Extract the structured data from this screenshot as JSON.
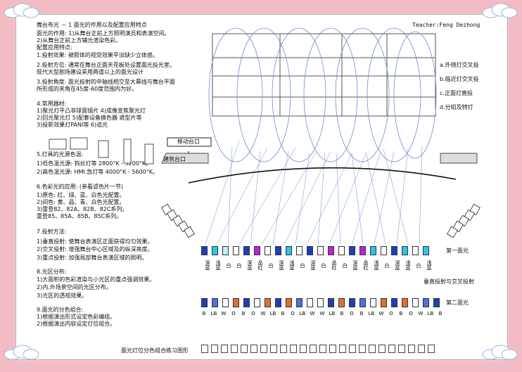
{
  "header": {
    "title": "舞台布光 － 1 面光的作用以及配置应用特点",
    "teacher": "Teacher:Feng Dezhong"
  },
  "left_text": [
    "面光的作用: 1)从舞台正前上方照明演员和表演空间。",
    "           2)从舞台正前上方辅光渲染色彩。",
    "配置应用特点:",
    "1.投射效果: 被照体的视觉效果平淡缺少立体感。",
    "2.投射方位: 通常在舞台正面天花板处设置面光投光室。",
    "    现代大型剧场建设采用两道以上的面光设计",
    "3.投射角度: 面光投射的中轴线相交至大幕线与舞台平面",
    "    所形成的夹角在45度-60度范围内为好。",
    "4.常用器材:",
    "  1)聚光灯平凸非球面镜片  4)成像变焦聚光灯",
    "  2)回光聚光灯           5)配套设备换色器 遮型片等",
    "  3)投影效果灯PANI等      6)追光",
    "5.灯具的光源色温:",
    "  1)低色温光源: 钨丝灯等 2800°K - 3200°K。",
    "  2)高色温光源: HMI.氙灯等 4000°K - 5600°K。",
    "6.色彩光的应用: (参看滤色片一节)",
    "  1)原色: 红、绿、蓝、白色光配置。",
    "  2)间色: 黄、品、青、白色光配置。",
    "  3)雷登82、82A、82B、82C系列。",
    "    雷登85、85A、85B、85C系列。",
    "7.投射方法:",
    "  1)垂直投射: 使舞台表演区正面获得均匀效果。",
    "  2)交叉投射: 增强舞台中心区域及的纵深亮度。",
    "  3)重点投射: 加强局部舞台表演区域的照明。",
    "8.光区分布:",
    "  1)大面积的色彩渲染与小光区的重点强调效果。",
    "  2)内.外场景空间的光区分布。",
    "  3)光区的透视效果。",
    "9.面光的分色组合:",
    "  1)根据演出形式设定色彩编组。",
    "  2)根据演出内容设定灯位组合。"
  ],
  "legend": [
    {
      "label": "a.外侧灯交叉投"
    },
    {
      "label": "b.临近灯交叉投"
    },
    {
      "label": "c.正面灯直投"
    },
    {
      "label": "d.分组及特灯"
    }
  ],
  "diagram": {
    "move_stage": "移动台口",
    "build_stage": "建筑台口",
    "row1_label": "第一面光",
    "row2_label": "第二面光",
    "row_mid_label": "垂直投射与交叉投射",
    "bottom_label": "面光灯位分色组合练习图形",
    "row1_colors": [
      "#1c3fbf",
      "#2ec4e6",
      "#bdefff",
      "#ffffff",
      "#1c3fbf",
      "#c21fd6",
      "#ffffff",
      "#1c3fbf",
      "#2ec4e6",
      "#ffffff",
      "#1c3fbf",
      "#ffffff",
      "#c21fd6",
      "#ffffff",
      "#1c3fbf",
      "#c21fd6",
      "#2ec4e6",
      "#ffffff",
      "#1c3fbf",
      "#2ec4e6",
      "#ffffff",
      "#2ec4e6"
    ],
    "row1_texts": [
      "深蓝",
      "浅蓝",
      "白",
      "白",
      "深蓝",
      "品红",
      "白",
      "深蓝",
      "浅蓝",
      "白",
      "深蓝",
      "白",
      "品红",
      "白",
      "深蓝",
      "品红",
      "浅蓝",
      "白",
      "深蓝",
      "浅蓝",
      "白",
      "浅蓝"
    ],
    "row2_colors": [
      "#1c3fbf",
      "#4f6ee0",
      "#ffffff",
      "#e07030",
      "#1c3fbf",
      "#ffffff",
      "#e07030",
      "#1c3fbf",
      "#e07030",
      "#4f6ee0",
      "#ffffff",
      "#ffffff",
      "#1c3fbf",
      "#e07030",
      "#1c3fbf",
      "#4f6ee0",
      "#ffffff",
      "#e07030",
      "#1c3fbf",
      "#e07030",
      "#ffffff",
      "#4f6ee0",
      "#1c3fbf"
    ],
    "row2_letters": [
      "B",
      "LB",
      "W",
      "O",
      "B",
      "O",
      "W",
      "LB",
      "B",
      "O",
      "LB",
      "W",
      "W",
      "LB",
      "B",
      "O",
      "B",
      "LB",
      "W",
      "O",
      "B",
      "O",
      "W",
      "LB",
      "B"
    ]
  }
}
